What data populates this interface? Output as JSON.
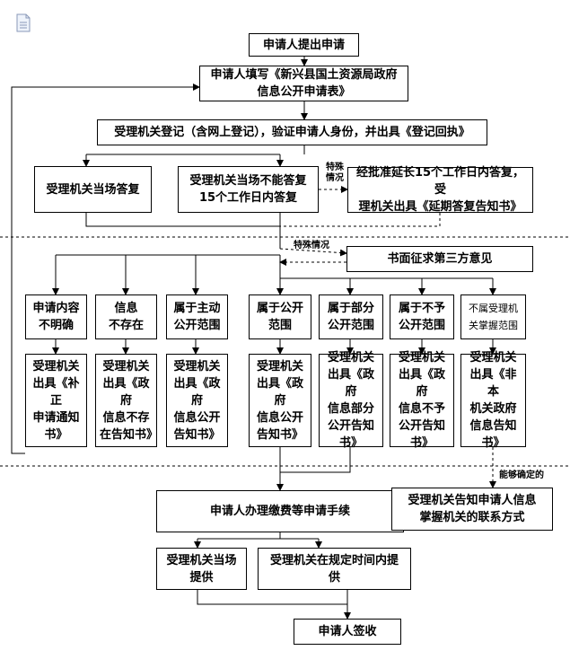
{
  "boxes": {
    "apply": "申请人提出申请",
    "fill_form": "申请人填写《新兴县国土资源局政府\n信息公开申请表》",
    "register": "受理机关登记（含网上登记），验证申请人身份，并出具《登记回执》",
    "reply_onsite": "受理机关当场答复",
    "cannot_onsite": "受理机关当场不能答复\n15个工作日内答复",
    "extend": "经批准延长15个工作日内答复，受\n理机关出具《延期答复告知书》",
    "third_party": "书面征求第三方意见",
    "cat_unclear": "申请内容\n不明确",
    "cat_not_exist": "信息\n不存在",
    "cat_active": "属于主动\n公开范围",
    "cat_open": "属于公开\n范围",
    "cat_partial": "属于部分\n公开范围",
    "cat_not_open": "属于不予\n公开范围",
    "cat_out_scope": "不属受理机\n关掌握范围",
    "res_unclear": "受理机关\n出具《补正\n申请通知\n书》",
    "res_not_exist": "受理机关\n出具《政府\n信息不存\n在告知书》",
    "res_active": "受理机关\n出具《政府\n信息公开\n告知书》",
    "res_open": "受理机关\n出具《政府\n信息公开\n告知书》",
    "res_partial": "受理机关\n出具《政府\n信息部分\n公开告知\n书》",
    "res_not_open": "受理机关\n出具《政府\n信息不予\n公开告知\n书》",
    "res_out_scope": "受理机关\n出具《非本\n机关政府\n信息告知\n书》",
    "fee": "申请人办理缴费等申请手续",
    "inform_contact": "受理机关告知申请人信息\n掌握机关的联系方式",
    "provide_onsite": "受理机关当场\n提供",
    "provide_timely": "受理机关在规定时间内提\n供",
    "sign": "申请人签收"
  },
  "notes": {
    "special_1": "特殊\n情况",
    "special_2": "特殊情况",
    "can_determine": "能够确定的"
  },
  "icons": {
    "document": "document-icon"
  }
}
